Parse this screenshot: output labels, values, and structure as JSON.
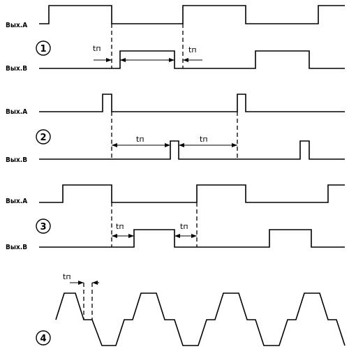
{
  "labels": {
    "out_a": "Вых.А",
    "out_b": "Вых.В",
    "tn": "tп"
  },
  "diagrams": [
    {
      "number": "1"
    },
    {
      "number": "2"
    },
    {
      "number": "3"
    },
    {
      "number": "4"
    }
  ]
}
